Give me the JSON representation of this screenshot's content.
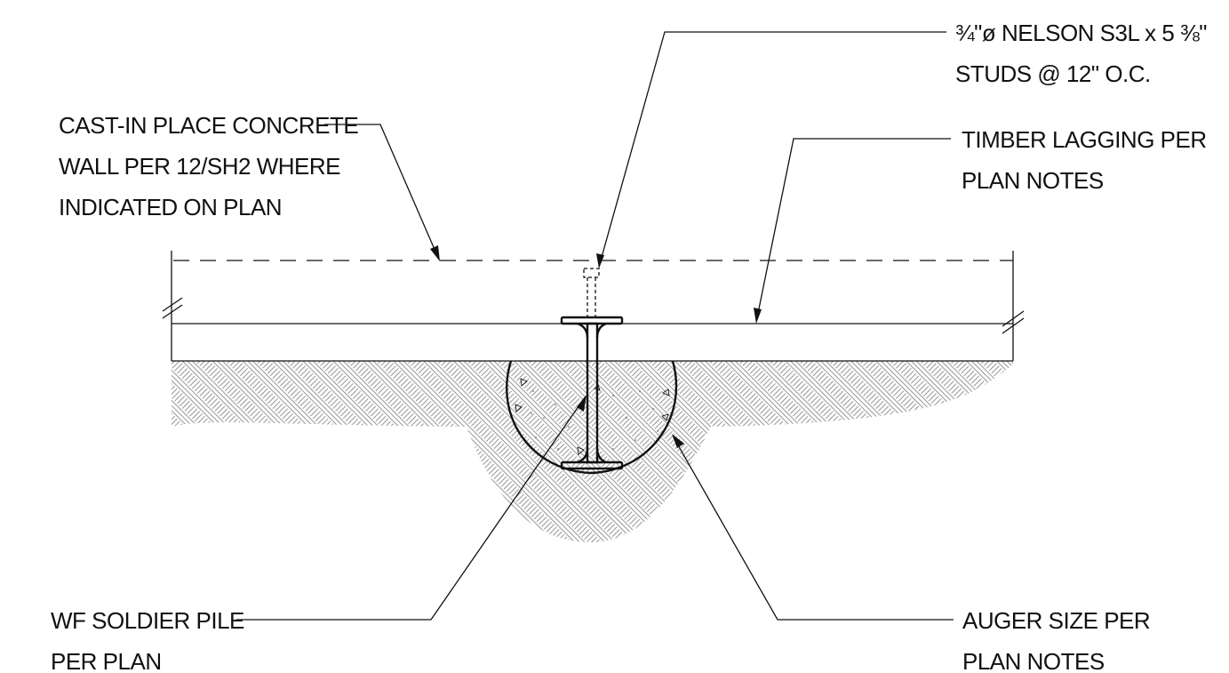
{
  "colors": {
    "line": "#111111",
    "hatch": "#8a8a8a",
    "background": "#ffffff"
  },
  "labels": {
    "studs": {
      "line1": "¾\"ø NELSON S3L x 5 ⅜\"",
      "line2": "STUDS @ 12\" O.C."
    },
    "concrete": {
      "line1": "CAST-IN PLACE CONCRETE",
      "line2": "WALL PER 12/SH2 WHERE",
      "line3": "INDICATED ON PLAN"
    },
    "lagging": {
      "line1": "TIMBER LAGGING PER",
      "line2": "PLAN NOTES"
    },
    "pile": {
      "line1": "WF SOLDIER PILE",
      "line2": "PER PLAN"
    },
    "auger": {
      "line1": "AUGER SIZE PER",
      "line2": "PLAN NOTES"
    }
  }
}
